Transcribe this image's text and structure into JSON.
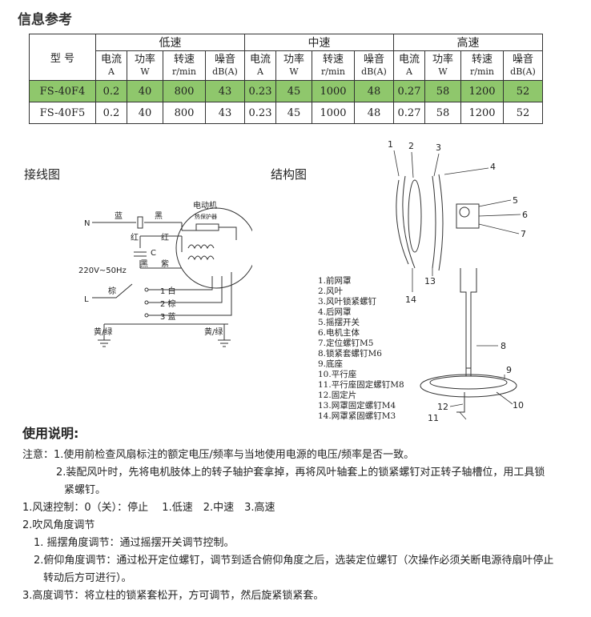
{
  "info_title": "信息参考",
  "table": {
    "model_header": "型 号",
    "groups": [
      "低速",
      "中速",
      "高速"
    ],
    "sub_headers": [
      {
        "label": "电流",
        "unit": "A"
      },
      {
        "label": "功率",
        "unit": "W"
      },
      {
        "label": "转速",
        "unit": "r/min"
      },
      {
        "label": "噪音",
        "unit": "dB(A)"
      }
    ],
    "rows": [
      {
        "model": "FS-40F4",
        "cells": [
          "0.2",
          "40",
          "800",
          "43",
          "0.23",
          "45",
          "1000",
          "48",
          "0.27",
          "58",
          "1200",
          "52"
        ]
      },
      {
        "model": "FS-40F5",
        "cells": [
          "0.2",
          "40",
          "800",
          "43",
          "0.23",
          "45",
          "1000",
          "48",
          "0.27",
          "58",
          "1200",
          "52"
        ]
      }
    ],
    "highlight_color": "#8fc76c"
  },
  "wiring": {
    "title": "接线图",
    "motor": "电动机",
    "protector": "热保护器",
    "n": "N",
    "l": "L",
    "blue": "蓝",
    "black1": "黑",
    "red1": "红",
    "red2": "红",
    "c": "C",
    "voltage": "220V~50Hz",
    "black2": "黑",
    "purple": "紫",
    "brown": "棕",
    "s1": "1 白",
    "s2": "2 棕",
    "s3": "3 蓝",
    "ground1": "黄/绿",
    "ground2": "黄/绿"
  },
  "structure": {
    "title": "结构图",
    "callouts": [
      "1",
      "2",
      "3",
      "4",
      "5",
      "6",
      "7",
      "8",
      "9",
      "10",
      "11",
      "12",
      "13",
      "14"
    ],
    "parts": [
      "1.前网罩",
      "2.风叶",
      "3.风叶锁紧螺钉",
      "4.后网罩",
      "5.摇摆开关",
      "6.电机主体",
      "7.定位螺钉M5",
      "8.锁紧套螺钉M6",
      "9.底座",
      "10.平行座",
      "11.平行座固定螺钉M8",
      "12.固定片",
      "13.网罩固定螺钉M4",
      "14.网罩紧固螺钉M3"
    ]
  },
  "usage": {
    "title": "使用说明:",
    "lines": [
      "注意：1.使用前检查风扇标注的额定电压/频率与当地使用电源的电压/频率是否一致。",
      "2.装配风叶时，先将电机肢体上的转子轴护套拿掉，再将风叶轴套上的锁紧螺钉对正转子轴槽位，用工具锁",
      "紧螺钉。",
      "1.风速控制：0（关）：停止　  1.低速　2.中速　3.高速",
      "2.吹风角度调节",
      "1. 摇摆角度调节：通过摇摆开关调节控制。",
      "2.俯仰角度调节：通过松开定位螺钉，调节到适合俯仰角度之后，选装定位螺钉（次操作必须关断电源待扇叶停止",
      "转动后方可进行）。",
      "3.高度调节：将立柱的锁紧套松开，方可调节，然后旋紧锁紧套。"
    ]
  }
}
